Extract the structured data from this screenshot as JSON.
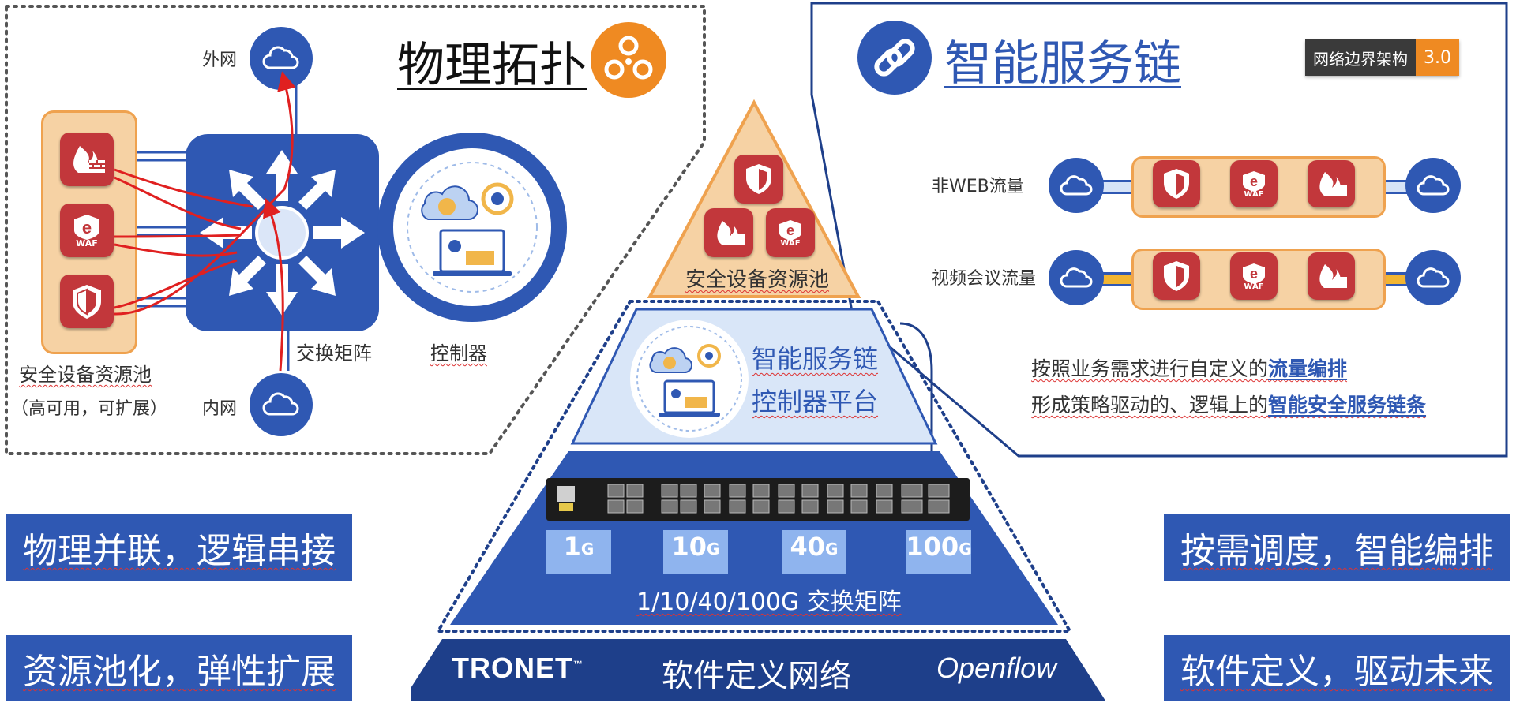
{
  "left_panel": {
    "title": "物理拓扑",
    "outer_net_label": "外网",
    "inner_net_label": "内网",
    "pool_label": "安全设备资源池",
    "pool_sublabel": "（高可用，可扩展）",
    "switch_label": "交换矩阵",
    "controller_label": "控制器",
    "devices": [
      {
        "icon": "firewall-icon",
        "label": ""
      },
      {
        "icon": "waf-icon",
        "label": "WAF"
      },
      {
        "icon": "shield-icon",
        "label": ""
      }
    ]
  },
  "right_panel": {
    "title": "智能服务链",
    "badge_text": "网络边界架构",
    "badge_version": "3.0",
    "flows": [
      {
        "label": "非WEB流量",
        "line_color": "#a9c4ee",
        "devices": [
          {
            "icon": "shield-icon",
            "label": ""
          },
          {
            "icon": "waf-icon",
            "label": "WAF"
          },
          {
            "icon": "firewall-icon",
            "label": ""
          }
        ]
      },
      {
        "label": "视频会议流量",
        "line_color": "#f2b532",
        "devices": [
          {
            "icon": "shield-icon",
            "label": ""
          },
          {
            "icon": "waf-icon",
            "label": "WAF"
          },
          {
            "icon": "firewall-icon",
            "label": ""
          }
        ]
      }
    ],
    "desc_line1_prefix": "按照业务需求进行自定义的",
    "desc_line1_emph": "流量编排",
    "desc_line2_prefix": "形成策略驱动的、逻辑上的",
    "desc_line2_emph": "智能安全服务链条"
  },
  "pyramid": {
    "top_label": "安全设备资源池",
    "top_devices": [
      {
        "icon": "shield-icon",
        "label": ""
      },
      {
        "icon": "firewall-icon",
        "label": ""
      },
      {
        "icon": "waf-icon",
        "label": "WAF"
      }
    ],
    "middle_line1": "智能服务链",
    "middle_line2": "控制器平台",
    "speeds": [
      {
        "value": "1",
        "unit": "G"
      },
      {
        "value": "10",
        "unit": "G"
      },
      {
        "value": "40",
        "unit": "G"
      },
      {
        "value": "100",
        "unit": "G"
      }
    ],
    "switch_label": "1/10/40/100G 交换矩阵",
    "base_label": "软件定义网络",
    "brand_left": "TRONET",
    "brand_left_tm": "™",
    "brand_right": "Openflow"
  },
  "slogans": {
    "left_top": "物理并联，逻辑串接",
    "left_bottom": "资源池化，弹性扩展",
    "right_top": "按需调度，智能编排",
    "right_bottom": "软件定义，驱动未来"
  },
  "colors": {
    "primary_blue": "#2f58b3",
    "dark_blue": "#1e3f8a",
    "device_red": "#c2373b",
    "pool_orange": "#f6d2a4",
    "accent_orange": "#ef8a22",
    "light_blue": "#d9e6f8"
  }
}
